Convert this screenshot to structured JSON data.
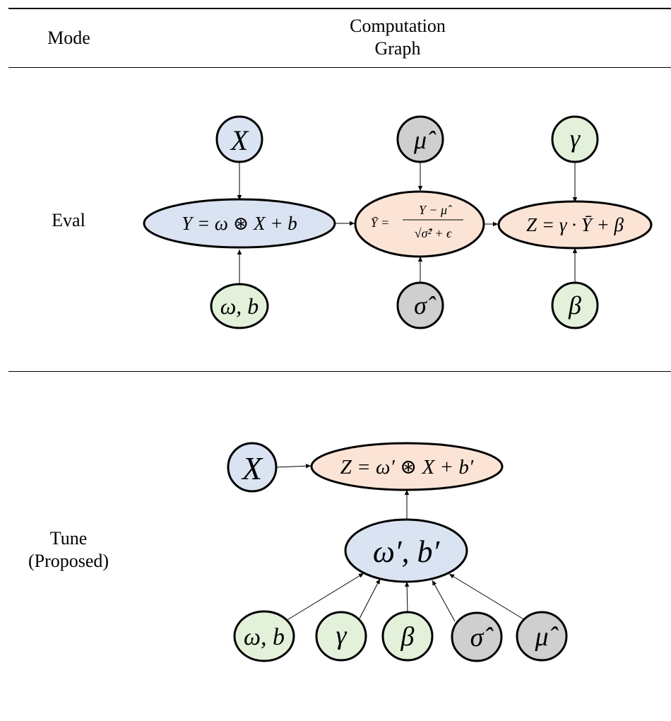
{
  "header": {
    "mode_label": "Mode",
    "graph_label_line1": "Computation",
    "graph_label_line2": "Graph"
  },
  "rows": {
    "eval": {
      "label": "Eval",
      "nodes": {
        "x": "X",
        "mu_hat": "μ̂",
        "gamma": "γ",
        "conv": "Y = ω ⊛ X + b",
        "norm_lhs": "Ȳ =",
        "norm_num": "Y − μ̂",
        "norm_den": "√σ̂² + ϵ",
        "affine": "Z = γ · Ȳ + β",
        "weights": "ω, b",
        "sigma_hat": "σ̂",
        "beta": "β"
      }
    },
    "tune": {
      "label_line1": "Tune",
      "label_line2": "(Proposed)",
      "nodes": {
        "x": "X",
        "output": "Z = ω′ ⊛ X + b′",
        "merged": "ω′, b′",
        "weights": "ω, b",
        "gamma": "γ",
        "beta": "β",
        "sigma_hat": "σ̂",
        "mu_hat": "μ̂"
      }
    }
  },
  "colors": {
    "blue_fill": "#dae3f2",
    "orange_fill": "#fbe4d6",
    "green_fill": "#e3f0da",
    "gray_fill": "#cfcfcf",
    "stroke": "#000000"
  }
}
